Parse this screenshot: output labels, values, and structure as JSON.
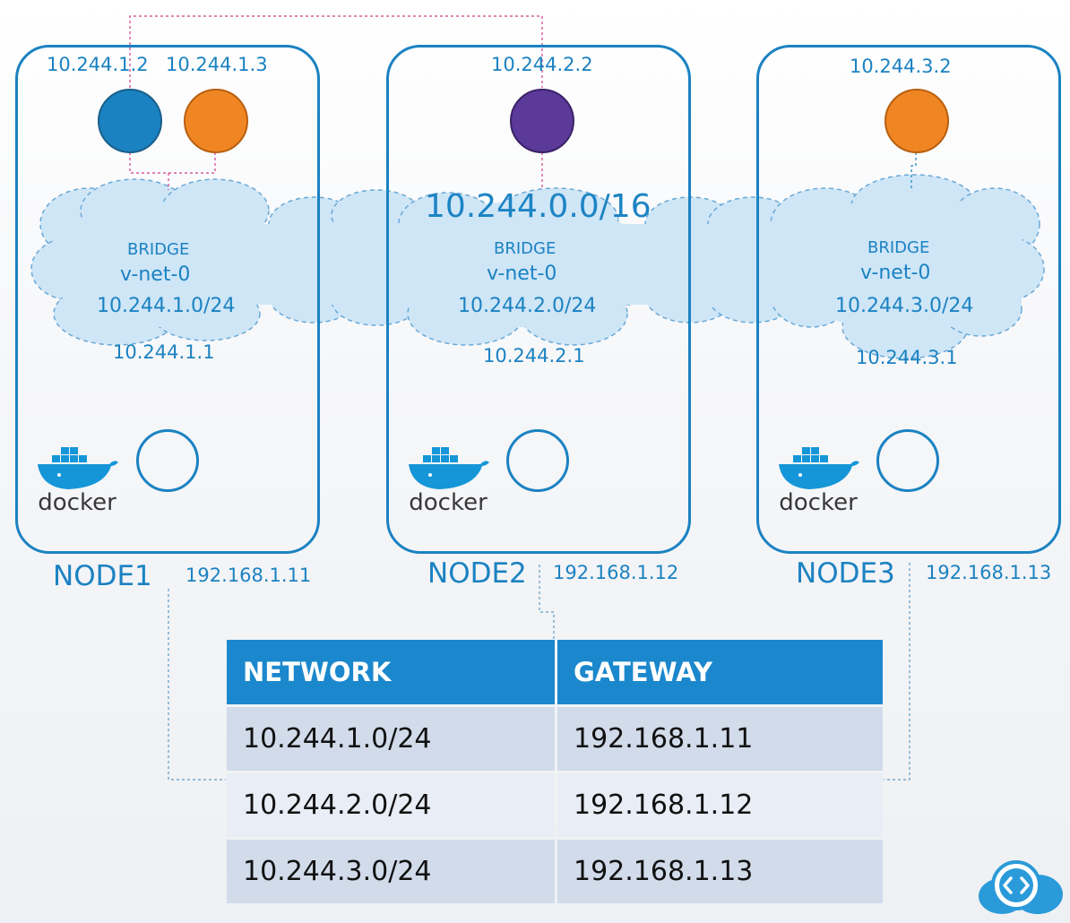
{
  "overlay_cidr": "10.244.0.0/16",
  "nodes": [
    {
      "name": "NODE1",
      "host_ip": "192.168.1.11",
      "pods": [
        {
          "ip": "10.244.1.2",
          "color": "#1b82c2"
        },
        {
          "ip": "10.244.1.3",
          "color": "#f08623"
        }
      ],
      "bridge_label": "BRIDGE",
      "bridge_name": "v-net-0",
      "bridge_subnet": "10.244.1.0/24",
      "bridge_ip": "10.244.1.1",
      "runtime": "docker"
    },
    {
      "name": "NODE2",
      "host_ip": "192.168.1.12",
      "pods": [
        {
          "ip": "10.244.2.2",
          "color": "#5b3a9a"
        }
      ],
      "bridge_label": "BRIDGE",
      "bridge_name": "v-net-0",
      "bridge_subnet": "10.244.2.0/24",
      "bridge_ip": "10.244.2.1",
      "runtime": "docker"
    },
    {
      "name": "NODE3",
      "host_ip": "192.168.1.13",
      "pods": [
        {
          "ip": "10.244.3.2",
          "color": "#f08623"
        }
      ],
      "bridge_label": "BRIDGE",
      "bridge_name": "v-net-0",
      "bridge_subnet": "10.244.3.0/24",
      "bridge_ip": "10.244.3.1",
      "runtime": "docker"
    }
  ],
  "route_table": {
    "headers": [
      "NETWORK",
      "GATEWAY"
    ],
    "rows": [
      [
        "10.244.1.0/24",
        "192.168.1.11"
      ],
      [
        "10.244.2.0/24",
        "192.168.1.12"
      ],
      [
        "10.244.3.0/24",
        "192.168.1.13"
      ]
    ]
  },
  "icons": {
    "docker": "docker-whale-icon",
    "logo": "cloud-code-logo-icon"
  },
  "colors": {
    "accent": "#1b82c2",
    "cloud": "#cfe6f7",
    "cloud_stroke": "#6aa9d6",
    "header": "#1b88cd"
  }
}
